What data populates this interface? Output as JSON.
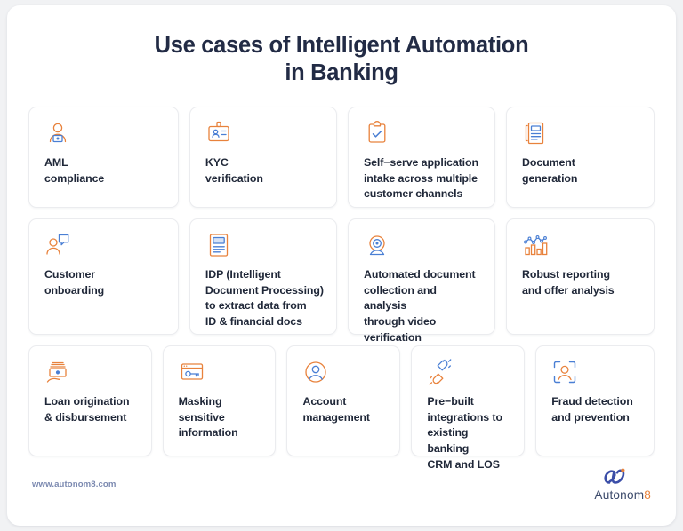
{
  "title": {
    "line1": "Use cases of Intelligent Automation",
    "line2": "in Banking"
  },
  "colors": {
    "accent_orange": "#e8823c",
    "accent_blue": "#4a7fd4",
    "title_navy": "#222b45",
    "page_bg": "#f1f2f4",
    "card_bg": "#ffffff",
    "card_border": "#ebecef",
    "url_blue": "#7b89b0"
  },
  "rows": [
    {
      "id": "row-1",
      "cards": [
        {
          "icon": "person-lock-icon",
          "label": "AML\ncompliance"
        },
        {
          "icon": "id-badge-icon",
          "label": "KYC\nverification"
        },
        {
          "icon": "clipboard-check-icon",
          "label": "Self−serve application\nintake across multiple\ncustomer channels"
        },
        {
          "icon": "document-lines-icon",
          "label": "Document\ngeneration"
        }
      ]
    },
    {
      "id": "row-2",
      "cards": [
        {
          "icon": "person-chat-icon",
          "label": "Customer\nonboarding"
        },
        {
          "icon": "document-processing-icon",
          "label": "IDP (Intelligent\nDocument Processing)\nto extract data from\nID & financial docs"
        },
        {
          "icon": "webcam-icon",
          "label": "Automated document\ncollection and analysis\nthrough video\nverification"
        },
        {
          "icon": "bar-chart-line-icon",
          "label": "Robust reporting\nand offer analysis"
        }
      ]
    },
    {
      "id": "row-3",
      "cards": [
        {
          "icon": "hand-money-icon",
          "label": "Loan origination\n& disbursement"
        },
        {
          "icon": "browser-key-icon",
          "label": "Masking\nsensitive\ninformation"
        },
        {
          "icon": "account-circle-icon",
          "label": "Account\nmanagement"
        },
        {
          "icon": "plug-socket-icon",
          "label": "Pre−built\nintegrations to\nexisting banking\nCRM and LOS"
        },
        {
          "icon": "face-scan-icon",
          "label": "Fraud detection\nand prevention"
        }
      ]
    }
  ],
  "footer": {
    "url": "www.autonom8.com",
    "logo_text_main": "Autonom",
    "logo_text_accent": "8",
    "logo_mark": "autonom8-infinity-mark"
  }
}
